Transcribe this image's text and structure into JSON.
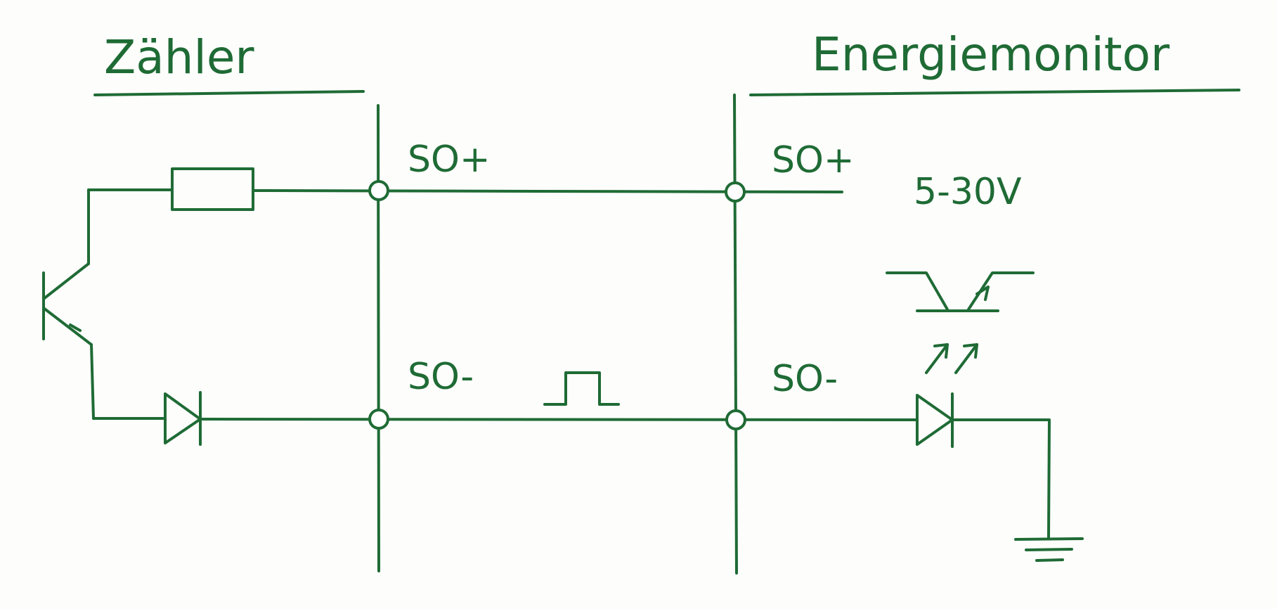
{
  "titles": {
    "left": "Zähler",
    "right": "Energiemonitor"
  },
  "labels": {
    "left_top": "SO+",
    "left_bottom": "SO-",
    "right_top": "SO+",
    "right_bottom": "SO-",
    "voltage": "5-30V"
  },
  "colors": {
    "ink": "#1f6b35",
    "background": "#fdfdfc"
  }
}
